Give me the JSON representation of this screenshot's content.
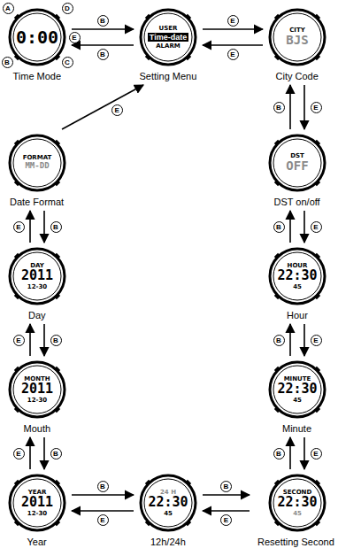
{
  "diagram": {
    "nodes": [
      {
        "text": [
          "0:00",
          "Time Mode"
        ]
      },
      {
        "text": [
          "USER",
          "Time-date",
          "ALARM",
          "Setting Menu"
        ]
      },
      {
        "text": [
          "CITY",
          "BJS",
          "City Code"
        ]
      },
      {
        "text": [
          "FORMAT",
          "MM-DD",
          "Date Format"
        ]
      },
      {
        "text": [
          "DST",
          "OFF",
          "DST on/off"
        ]
      },
      {
        "text": [
          "DAY",
          "2011",
          "12-30",
          "Day"
        ]
      },
      {
        "text": [
          "HOUR",
          "22:30",
          "45",
          "Hour"
        ]
      },
      {
        "text": [
          "MONTH",
          "2011",
          "12-30",
          "Mouth"
        ]
      },
      {
        "text": [
          "MINUTE",
          "22:30",
          "45",
          "Minute"
        ]
      },
      {
        "text": [
          "YEAR",
          "2011",
          "12-30",
          "Year"
        ]
      },
      {
        "text": [
          "24 H",
          "22:30",
          "45",
          "12h/24h"
        ]
      },
      {
        "text": [
          "SECOND",
          "22:30",
          "45",
          "Resetting Second"
        ]
      }
    ],
    "edges": [
      {
        "from": 0,
        "to": 1,
        "arrow": "to",
        "label": "B"
      },
      {
        "from": 1,
        "to": 0,
        "arrow": "to",
        "label": "B"
      },
      {
        "from": 1,
        "to": 2,
        "arrow": "to",
        "label": "E"
      },
      {
        "from": 2,
        "to": 1,
        "arrow": "to",
        "label": "E"
      },
      {
        "from": 4,
        "to": 2,
        "arrow": "to",
        "label": "B"
      },
      {
        "from": 2,
        "to": 4,
        "arrow": "to",
        "label": "E"
      },
      {
        "from": 6,
        "to": 4,
        "arrow": "to",
        "label": "B"
      },
      {
        "from": 4,
        "to": 6,
        "arrow": "to",
        "label": "E"
      },
      {
        "from": 8,
        "to": 6,
        "arrow": "to",
        "label": "B"
      },
      {
        "from": 6,
        "to": 8,
        "arrow": "to",
        "label": "E"
      },
      {
        "from": 11,
        "to": 8,
        "arrow": "to",
        "label": "B"
      },
      {
        "from": 8,
        "to": 11,
        "arrow": "to",
        "label": "E"
      },
      {
        "from": 10,
        "to": 11,
        "arrow": "to",
        "label": "B"
      },
      {
        "from": 11,
        "to": 10,
        "arrow": "to",
        "label": "E"
      },
      {
        "from": 9,
        "to": 10,
        "arrow": "to",
        "label": "B"
      },
      {
        "from": 10,
        "to": 9,
        "arrow": "to",
        "label": "E"
      },
      {
        "from": 9,
        "to": 7,
        "arrow": "to",
        "label": "E"
      },
      {
        "from": 7,
        "to": 9,
        "arrow": "to",
        "label": "B"
      },
      {
        "from": 7,
        "to": 5,
        "arrow": "to",
        "label": "E"
      },
      {
        "from": 5,
        "to": 7,
        "arrow": "to",
        "label": "B"
      },
      {
        "from": 5,
        "to": 3,
        "arrow": "to",
        "label": "E"
      },
      {
        "from": 3,
        "to": 5,
        "arrow": "to",
        "label": "B"
      },
      {
        "from": 3,
        "to": 1,
        "arrow": "to",
        "label": "E"
      }
    ],
    "labels": [
      "A",
      "D",
      "E",
      "B",
      "C"
    ]
  }
}
